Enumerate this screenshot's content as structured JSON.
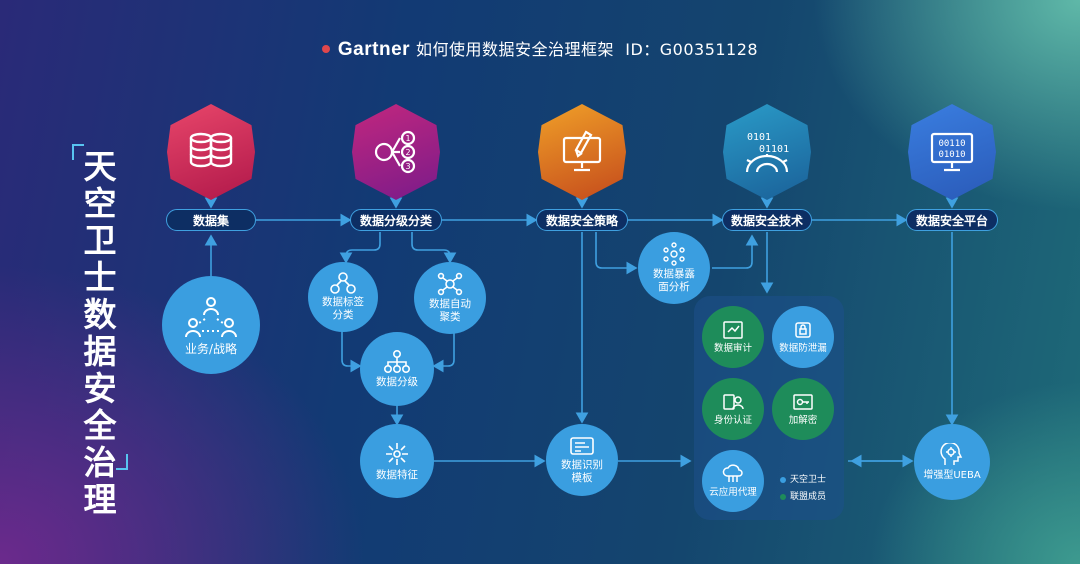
{
  "header": {
    "brand": "Gartner",
    "subtitle": "如何使用数据安全治理框架",
    "doc_id": "ID：G00351128"
  },
  "side_title": "天空卫士数据安全治理",
  "stages": [
    {
      "label": "数据集",
      "icon": "database-icon"
    },
    {
      "label": "数据分级分类",
      "icon": "classification-icon"
    },
    {
      "label": "数据安全策略",
      "icon": "policy-pen-icon"
    },
    {
      "label": "数据安全技术",
      "icon": "binary-gear-icon"
    },
    {
      "label": "数据安全平台",
      "icon": "binary-monitor-icon"
    }
  ],
  "nodes": {
    "business": "业务/战略",
    "tag_classify": "数据标签\n分类",
    "auto_cluster": "数据自动\n聚类",
    "grading": "数据分级",
    "features": "数据特征",
    "exposure": "数据暴露\n面分析",
    "template": "数据识别\n模板",
    "ueba": "增强型UEBA"
  },
  "tech_panel": {
    "items": [
      {
        "label": "数据审计",
        "type": "blue"
      },
      {
        "label": "数据防泄漏",
        "type": "blue"
      },
      {
        "label": "身份认证",
        "type": "green"
      },
      {
        "label": "加解密",
        "type": "green"
      },
      {
        "label": "云应用代理",
        "type": "blue"
      }
    ],
    "legend": [
      {
        "label": "天空卫士",
        "color": "#3a9ee0"
      },
      {
        "label": "联盟成员",
        "color": "#1e8c5a"
      }
    ]
  },
  "colors": {
    "hex1": [
      "#e8466a",
      "#b0184a"
    ],
    "hex2": [
      "#c2277e",
      "#7a1b8a"
    ],
    "hex3": [
      "#f0a028",
      "#c44a1c"
    ],
    "hex4": [
      "#2a9bc8",
      "#1a6098"
    ],
    "hex5": [
      "#3a7ee0",
      "#2a5ab8"
    ],
    "line": "#3fa0e0",
    "blue_node": "#3a9ee0",
    "green_node": "#1e8c5a"
  }
}
